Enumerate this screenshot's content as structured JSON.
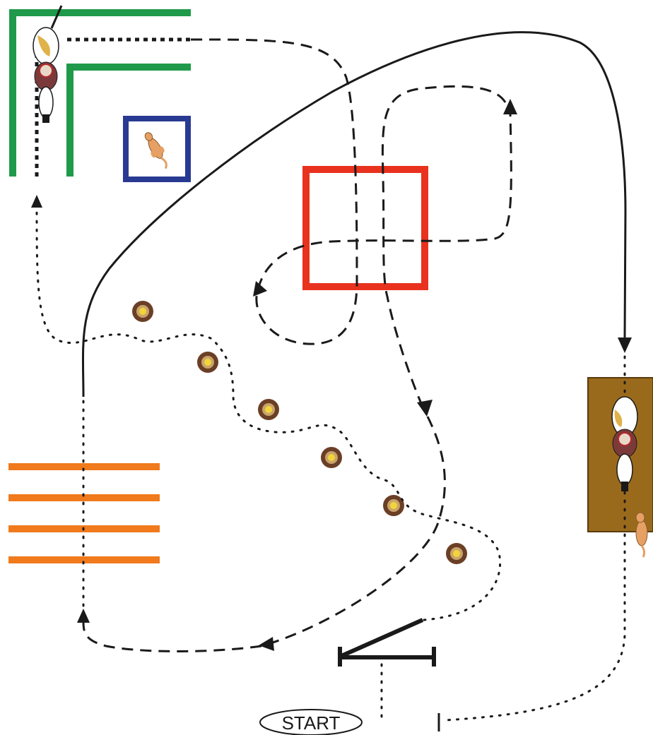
{
  "course": {
    "start_label": "START",
    "colors": {
      "background": "#ffffff",
      "lshape": "#1f9a4a",
      "box": "#283a92",
      "square": "#e8321e",
      "poles": "#f07a1c",
      "platform": "#9a6a1c",
      "cone_outer": "#6b3f26",
      "cone_ring": "#c9a46a",
      "cone_center": "#f3d43a",
      "path": "#1a1a1a",
      "horse_body": "#ffffff",
      "horse_patch": "#e0b24a",
      "saddle": "#b22a2a",
      "dog": "#e6a064"
    },
    "icons": [
      "horse-icon",
      "dog-icon",
      "cone-icon",
      "arrowhead-icon",
      "start-oval"
    ],
    "cone_count": 6,
    "pole_count": 4
  }
}
